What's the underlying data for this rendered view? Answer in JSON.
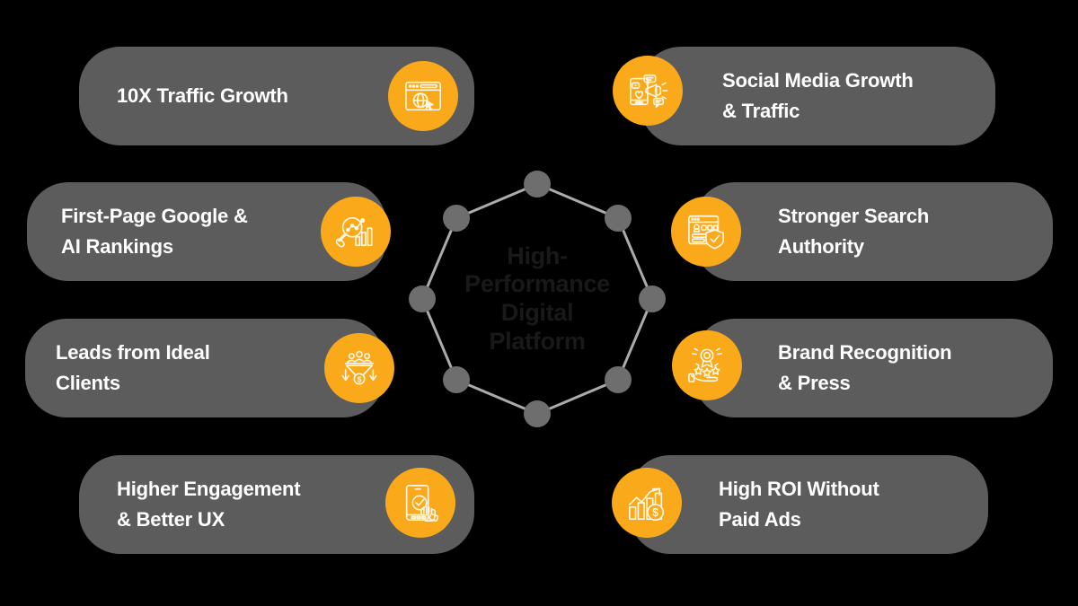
{
  "background_color": "#000000",
  "theme": {
    "pill_color": "#5c5c5c",
    "accent_color": "#f9a91a",
    "label_color": "#ffffff",
    "center_text_color": "#191919",
    "node_color": "#6e6e6e",
    "link_color": "#c9c9c9"
  },
  "center": {
    "title": "High-Performance Digital Platform",
    "lines": [
      "High-",
      "Performance",
      "Digital",
      "Platform"
    ],
    "node_count": 8
  },
  "benefits": {
    "left": [
      {
        "label": "10X Traffic Growth",
        "icon": "browser-globe-cursor-icon",
        "icon_name": "traffic-growth-icon"
      },
      {
        "label": "First-Page Google &\nAI Rankings",
        "icon": "magnifier-bar-chart-icon",
        "icon_name": "search-ranking-icon"
      },
      {
        "label": "Leads from Ideal\nClients",
        "icon": "lead-funnel-dollar-icon",
        "icon_name": "lead-funnel-icon"
      },
      {
        "label": "Higher Engagement\n& Better UX",
        "icon": "mobile-tap-check-icon",
        "icon_name": "mobile-ux-icon"
      }
    ],
    "right": [
      {
        "label": "Social Media Growth\n& Traffic",
        "icon": "megaphone-social-icon",
        "icon_name": "social-media-icon"
      },
      {
        "label": "Stronger Search\nAuthority",
        "icon": "webpage-shield-check-icon",
        "icon_name": "search-authority-icon"
      },
      {
        "label": "Brand Recognition\n& Press",
        "icon": "hand-award-stars-icon",
        "icon_name": "brand-recognition-icon"
      },
      {
        "label": "High ROI Without\nPaid Ads",
        "icon": "growth-chart-dollar-icon",
        "icon_name": "roi-chart-icon"
      }
    ]
  }
}
